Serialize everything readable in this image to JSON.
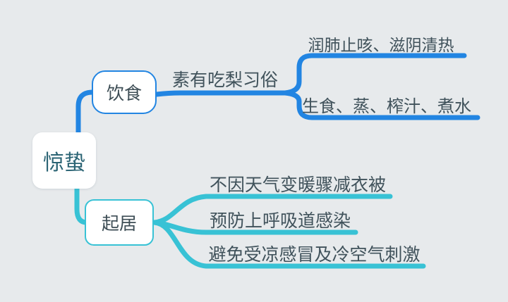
{
  "mindmap": {
    "root": {
      "label": "惊蛰"
    },
    "branches": [
      {
        "label": "饮食",
        "children": [
          {
            "label": "素有吃梨习俗",
            "children": [
              {
                "label": "润肺止咳、滋阴清热"
              },
              {
                "label": "生食、蒸、榨汁、煮水"
              }
            ]
          }
        ]
      },
      {
        "label": "起居",
        "children": [
          {
            "label": "不因天气变暖骤减衣被"
          },
          {
            "label": "预防上呼吸道感染"
          },
          {
            "label": "避免受凉感冒及冷空气刺激"
          }
        ]
      }
    ]
  },
  "colors": {
    "blue": "#2285e2",
    "teal": "#38c2d5",
    "bg": "#e7eaec",
    "text": "#40525b",
    "node-text": "#3d4d55",
    "root-text": "#2b6474"
  }
}
